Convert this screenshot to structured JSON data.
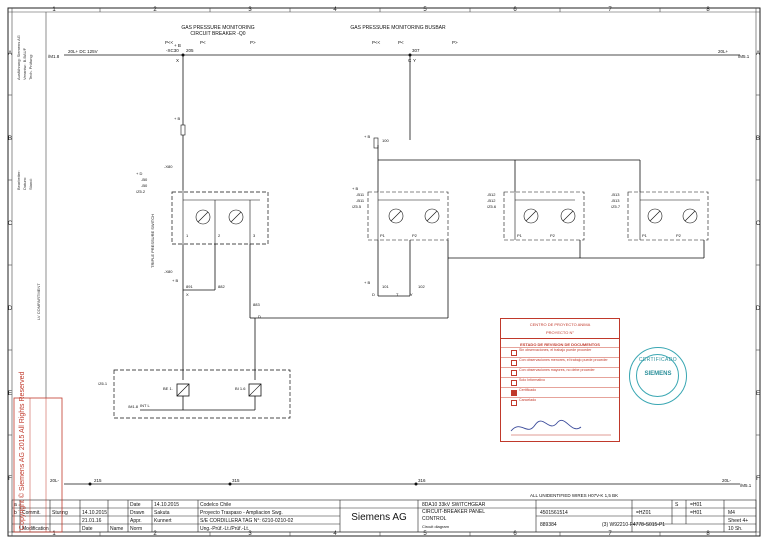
{
  "grid": {
    "columns": [
      "1",
      "2",
      "3",
      "4",
      "5",
      "6",
      "7",
      "8"
    ],
    "rows": [
      "A",
      "B",
      "C",
      "D",
      "E",
      "F"
    ]
  },
  "headers": {
    "breaker": [
      "GAS PRESSURE MONITORING",
      "CIRCUIT BREAKER -Q0"
    ],
    "busbar": "GAS PRESSURE MONITORING BUSBAR"
  },
  "pressure_labels": [
    "P<<",
    "P<",
    "P>"
  ],
  "supply": {
    "left_top": "/M1.8",
    "dc": "20L+  DC 125V",
    "right_top": "20L+",
    "right_top_ref": "/M5.1",
    "left_bottom": "20L-",
    "right_bottom": "20L-",
    "right_bottom_ref": "/M5.1"
  },
  "terminals": {
    "top_breaker": [
      "+ B",
      "-XC30",
      "X"
    ],
    "top_breaker_num": "205",
    "top_busbar_num": "307",
    "top_busbar": [
      "C",
      "Y"
    ],
    "bottom_a": "215",
    "bottom_b": "315",
    "bottom_c": "316",
    "xb11": "100",
    "xq1": [
      "891",
      "882",
      "883"
    ],
    "xb11_bottom": [
      "101",
      "102"
    ],
    "xq1_d": "D",
    "xq1_x": "X",
    "ty": [
      "T",
      "Y"
    ]
  },
  "devices": {
    "breaker_switch": "TRIPLE PRESSURE SWITCH",
    "breaker_ref": [
      "+ D",
      "-B0",
      "-B0",
      "/Z5.2"
    ],
    "b11": [
      "+ B",
      "-B11",
      "-B11",
      "/Z5.5"
    ],
    "b12": [
      "-B12",
      "-B12",
      "/Z5.6"
    ],
    "b13": [
      "-B13",
      "-B13",
      "/Z5.7"
    ],
    "pin_labels": [
      "1",
      "2",
      "3"
    ],
    "p_labels": [
      "P1",
      "P2"
    ],
    "x800": "-X80",
    "x800b": "-X80"
  },
  "relay": {
    "ref": "/Z6.1",
    "k1": "BE 1.",
    "k2": "BI 1.6",
    "int": "INT L",
    "int_ref": "/M1.8"
  },
  "lv": "LV COMPARTMENT",
  "left_notes": [
    "Ausführung: Siemens AG",
    "Verantw.: B.BAUF",
    "Tech. Prüfung:",
    "Bearbeiter:",
    "Datum:",
    "Stand:"
  ],
  "right_notes": "ALL UNIDENTIFIED WIRES H07V-K 1,5 BK",
  "stamp": {
    "header": [
      "CENTRO DE PROYECTO ANIMA",
      "PROYECTO N°"
    ],
    "title": "ESTADO DE REVISION DE DOCUMENTOS",
    "rows": [
      "Sin observaciones, el trabajo puede proceder",
      "Con observaciones menores, el trabajo puede proceder",
      "Con observaciones mayores, no debe proceder",
      "Solo Informativo",
      "Certificado",
      "Cancelado"
    ]
  },
  "seal": {
    "top": "CERTIFICADO",
    "brand": "SIEMENS"
  },
  "copyright": "Copyright © Siemens AG 2015 All Rights Reserved",
  "title_block": {
    "rev_a": "a",
    "rev_b": "b",
    "date_label": "Date",
    "drawn_label": "Drawn",
    "appr_label": "Appr.",
    "norm_label": "Norm",
    "date1": "14.10.2015",
    "drawn": "Sakuta",
    "date2": "21.01.16",
    "appr": "Kunnert",
    "client": "Codelco Chile",
    "project": "Proyecto Traspaso - Ampliacion Swg.",
    "tag": "S/E CORDILLERA TAG N°: 6210-0210-02",
    "path": "Ung.-Prüf.-Lt./Prüf.-Lt.",
    "company": "Siemens AG",
    "description": [
      "8DA10 33kV SWITCHGEAR",
      "CIRCUIT-BREAKER PANEL",
      "CONTROL",
      "Circuit diagram"
    ],
    "order": "4501561514",
    "doc_no": "889384",
    "drawing": "(3) W92210-F4778-S015-P1",
    "hz": "=HZ01",
    "s": "S",
    "loc1": "=H01",
    "loc2": "=H01",
    "sheet_m": "M4",
    "sheet": "Sheet 4+",
    "sheets": "10 Sh.",
    "rev1": "Commit.",
    "rev1_name": "Sturing",
    "rev2": "Modification",
    "rev3": "Date",
    "rev4": "Name"
  }
}
